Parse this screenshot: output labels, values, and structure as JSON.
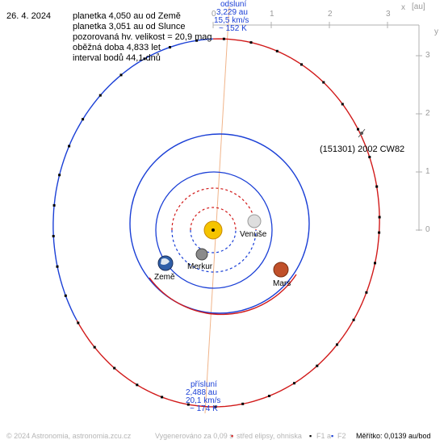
{
  "header": {
    "date": "26. 4. 2024",
    "lines": [
      "planetka 4,050 au od Země",
      "planetka 3,051 au od Slunce",
      "pozorovaná hv. velikost = 20,9 mag",
      "oběžná doba 4,833 let",
      "interval bodů 44,1 dnů"
    ]
  },
  "aphelion": {
    "title": "odsluní",
    "distance": "3,229 au",
    "speed": "15,5 km/s",
    "temperature": "~ 152 K"
  },
  "perihelion": {
    "title": "přísluní",
    "distance": "2,488 au",
    "speed": "20,1 km/s",
    "temperature": "~ 174 K"
  },
  "asteroid_label": "(151301) 2002 CW82",
  "planet_labels": {
    "venus": "Venuše",
    "mercury": "Merkur",
    "earth": "Země",
    "mars": "Mars"
  },
  "axes": {
    "unit": "[au]",
    "x_axis": "x",
    "y_axis": "y",
    "x_ticks": [
      "0",
      "1",
      "2",
      "3"
    ],
    "y_ticks": [
      "3",
      "2",
      "1",
      "0"
    ]
  },
  "footer": {
    "copyright": "© 2024 Astronomia, astronomia.zcu.cz",
    "render": "Vygenerováno za 0,09 s",
    "legend_center": "střed elipsy, ohniska",
    "legend_f1": "F1 a",
    "legend_f2": "F2",
    "scale": "Měřítko: 0,0139 au/bod"
  },
  "colors": {
    "orbit_above": "#d11a1a",
    "orbit_below": "#1a3fd6",
    "sun": "#f5c400",
    "line_of_apsides": "#f0b48a",
    "axis": "#b0b0b0"
  }
}
